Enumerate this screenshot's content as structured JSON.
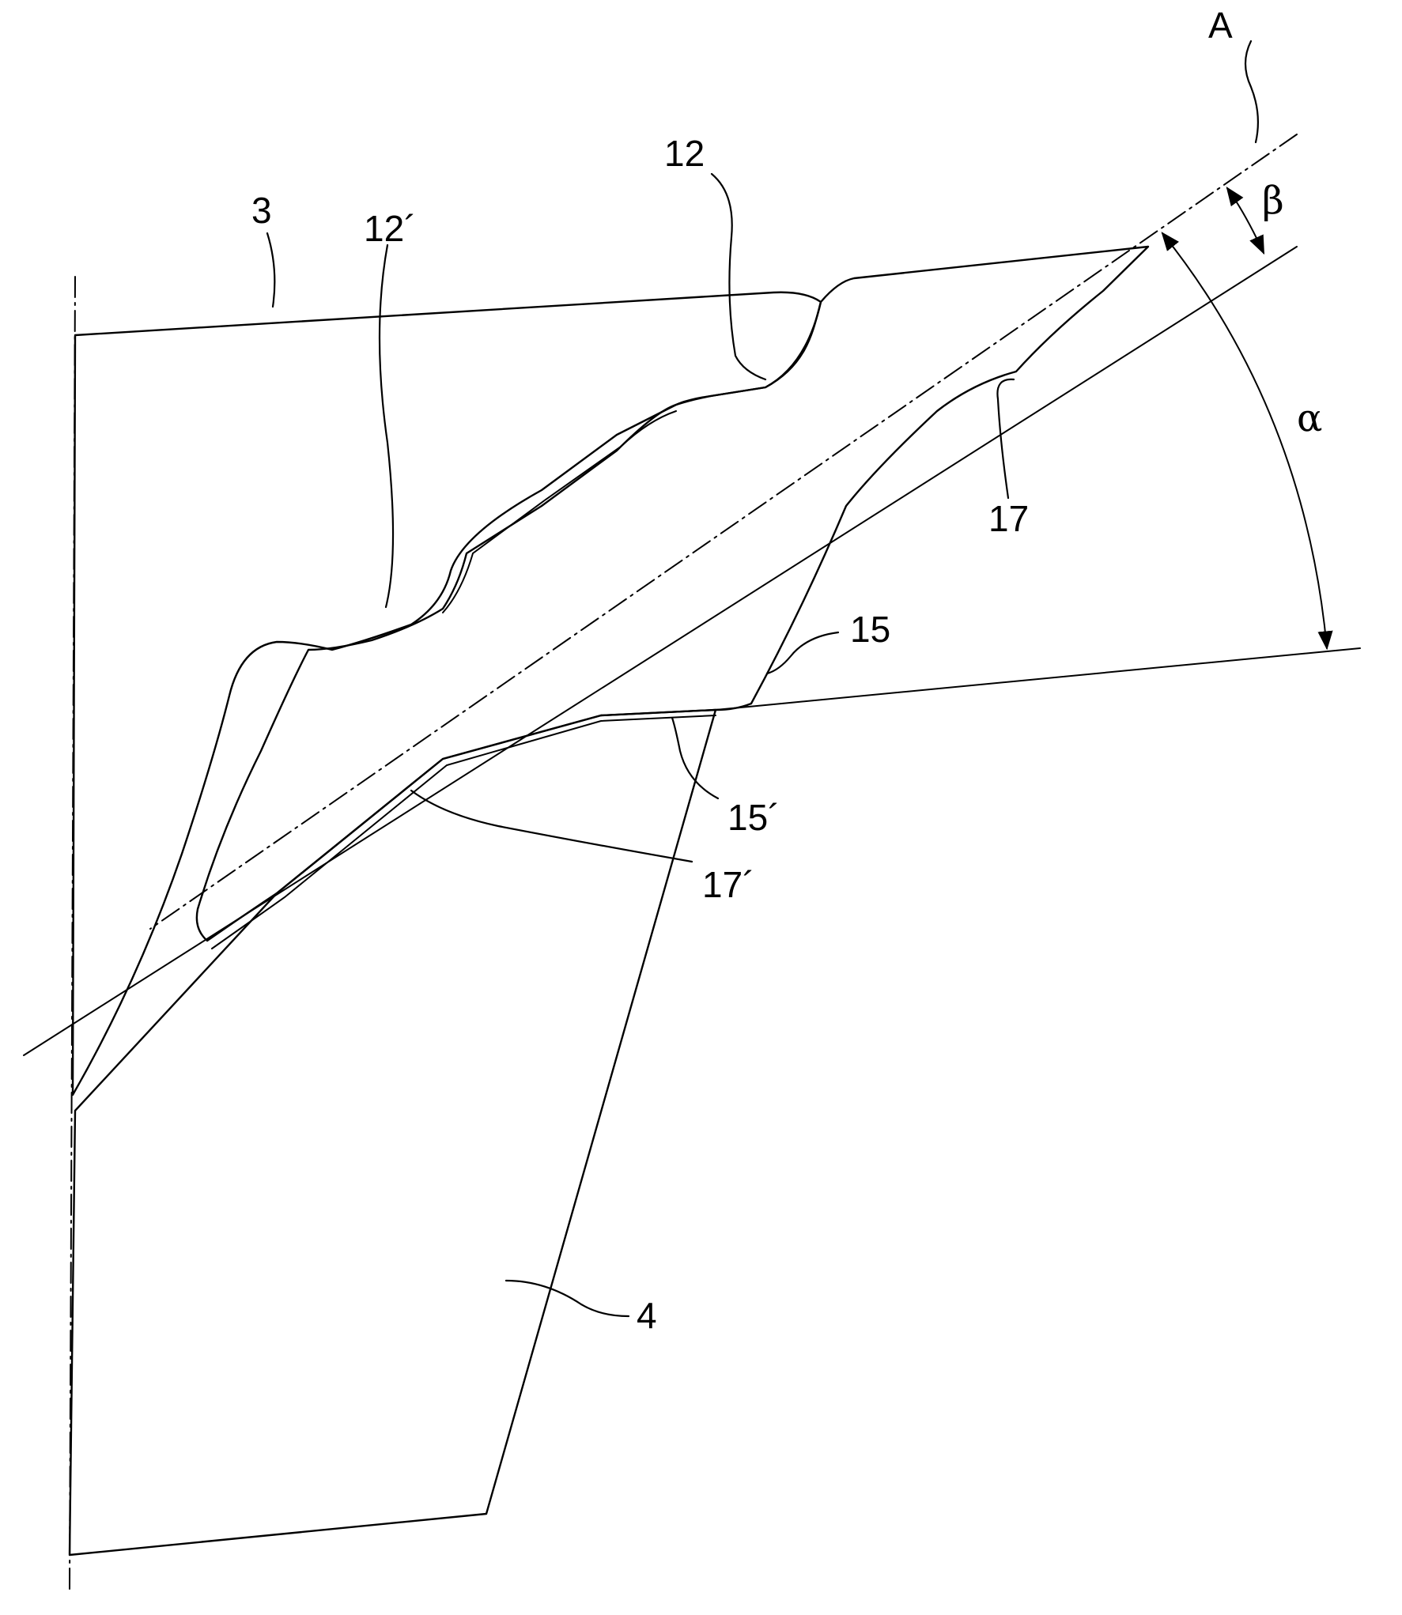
{
  "figure": {
    "labels": {
      "axis_a": "A",
      "angle_beta": "β",
      "angle_alpha": "α",
      "part_3": "3",
      "part_4": "4",
      "ref_12": "12",
      "ref_12_prime": "12´",
      "ref_15": "15",
      "ref_15_prime": "15´",
      "ref_17": "17",
      "ref_17_prime": "17´"
    }
  }
}
